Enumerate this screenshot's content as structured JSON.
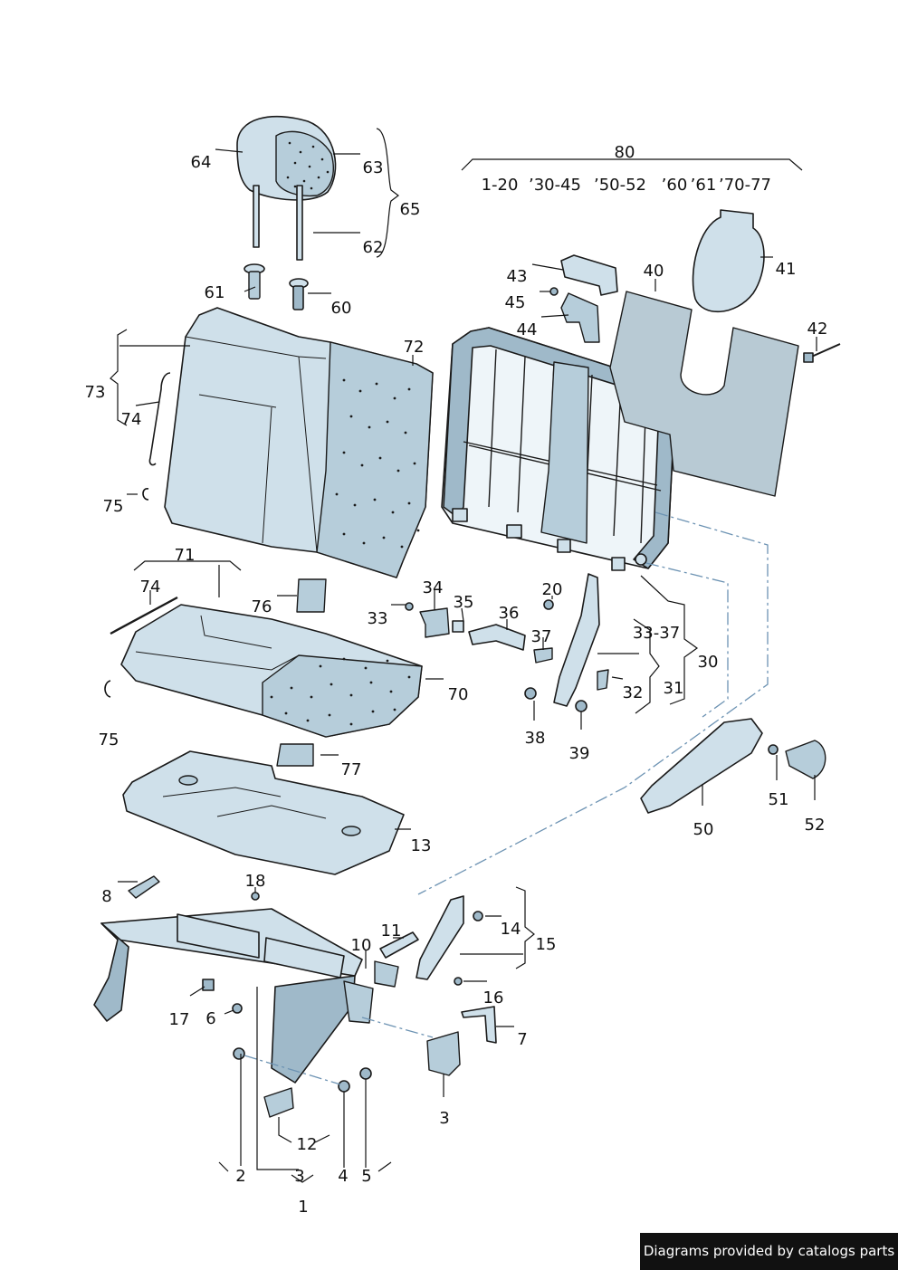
{
  "callouts": [
    {
      "id": "c64",
      "text": "64"
    },
    {
      "id": "c63",
      "text": "63"
    },
    {
      "id": "c65",
      "text": "65"
    },
    {
      "id": "c62",
      "text": "62"
    },
    {
      "id": "c61",
      "text": "61"
    },
    {
      "id": "c60",
      "text": "60"
    },
    {
      "id": "c80",
      "text": "80"
    },
    {
      "id": "c43",
      "text": "43"
    },
    {
      "id": "c45",
      "text": "45"
    },
    {
      "id": "c44",
      "text": "44"
    },
    {
      "id": "c40",
      "text": "40"
    },
    {
      "id": "c41",
      "text": "41"
    },
    {
      "id": "c42",
      "text": "42"
    },
    {
      "id": "c72",
      "text": "72"
    },
    {
      "id": "c73",
      "text": "73"
    },
    {
      "id": "c74a",
      "text": "74"
    },
    {
      "id": "c75a",
      "text": "75"
    },
    {
      "id": "c71",
      "text": "71"
    },
    {
      "id": "c74b",
      "text": "74"
    },
    {
      "id": "c76",
      "text": "76"
    },
    {
      "id": "c34",
      "text": "34"
    },
    {
      "id": "c35",
      "text": "35"
    },
    {
      "id": "c33",
      "text": "33"
    },
    {
      "id": "c36",
      "text": "36"
    },
    {
      "id": "c20",
      "text": "20"
    },
    {
      "id": "c37",
      "text": "37"
    },
    {
      "id": "c3337",
      "text": "33-37"
    },
    {
      "id": "c70",
      "text": "70"
    },
    {
      "id": "c30",
      "text": "30"
    },
    {
      "id": "c32",
      "text": "32"
    },
    {
      "id": "c31",
      "text": "31"
    },
    {
      "id": "c75b",
      "text": "75"
    },
    {
      "id": "c38",
      "text": "38"
    },
    {
      "id": "c39",
      "text": "39"
    },
    {
      "id": "c77",
      "text": "77"
    },
    {
      "id": "c51",
      "text": "51"
    },
    {
      "id": "c52",
      "text": "52"
    },
    {
      "id": "c50",
      "text": "50"
    },
    {
      "id": "c13",
      "text": "13"
    },
    {
      "id": "c18",
      "text": "18"
    },
    {
      "id": "c8",
      "text": "8"
    },
    {
      "id": "c11",
      "text": "11"
    },
    {
      "id": "c14",
      "text": "14"
    },
    {
      "id": "c10",
      "text": "10"
    },
    {
      "id": "c15",
      "text": "15"
    },
    {
      "id": "c16",
      "text": "16"
    },
    {
      "id": "c17",
      "text": "17"
    },
    {
      "id": "c6",
      "text": "6"
    },
    {
      "id": "c7",
      "text": "7"
    },
    {
      "id": "c3a",
      "text": "3"
    },
    {
      "id": "c12",
      "text": "12"
    },
    {
      "id": "c2",
      "text": "2"
    },
    {
      "id": "c3b",
      "text": "3"
    },
    {
      "id": "c4",
      "text": "4"
    },
    {
      "id": "c5",
      "text": "5"
    },
    {
      "id": "c1",
      "text": "1"
    }
  ],
  "group_ranges": [
    {
      "id": "r1",
      "text": "1-20"
    },
    {
      "id": "r2",
      "text": "’30-45"
    },
    {
      "id": "r3",
      "text": "’50-52"
    },
    {
      "id": "r4",
      "text": "’60"
    },
    {
      "id": "r5",
      "text": "’61"
    },
    {
      "id": "r6",
      "text": "’70-77"
    }
  ],
  "footer": {
    "text": "Diagrams provided by catalogs parts",
    "bg": "#111111",
    "fg": "#ffffff"
  },
  "colors": {
    "part_fill": "#cfe0ea",
    "part_shadow": "#9fb9c9",
    "dash_line": "#6d93b3",
    "ink": "#1a1a1a"
  }
}
